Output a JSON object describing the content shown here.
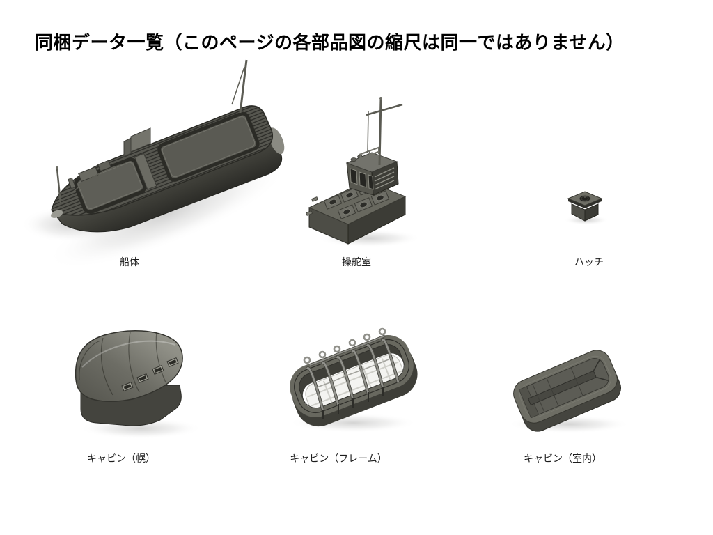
{
  "title": "同梱データ一覧（このページの各部品図の縮尺は同一ではありません）",
  "parts": [
    {
      "id": "hull",
      "label": "船体",
      "icon": "hull-3d-render"
    },
    {
      "id": "wheelhouse",
      "label": "操舵室",
      "icon": "wheelhouse-3d-render"
    },
    {
      "id": "hatch",
      "label": "ハッチ",
      "icon": "hatch-3d-render"
    },
    {
      "id": "cabin-canopy",
      "label": "キャビン（幌）",
      "icon": "cabin-canopy-3d-render"
    },
    {
      "id": "cabin-frame",
      "label": "キャビン（フレーム）",
      "icon": "cabin-frame-3d-render"
    },
    {
      "id": "cabin-interior",
      "label": "キャビン（室内）",
      "icon": "cabin-interior-3d-render"
    }
  ],
  "colors": {
    "background": "#ffffff",
    "model_dark": "#3c3c36",
    "model_mid": "#55554e",
    "model_light": "#6e6e65",
    "shadow": "#d9d9d6",
    "title_text": "#000000",
    "label_text": "#1c1c1c"
  }
}
